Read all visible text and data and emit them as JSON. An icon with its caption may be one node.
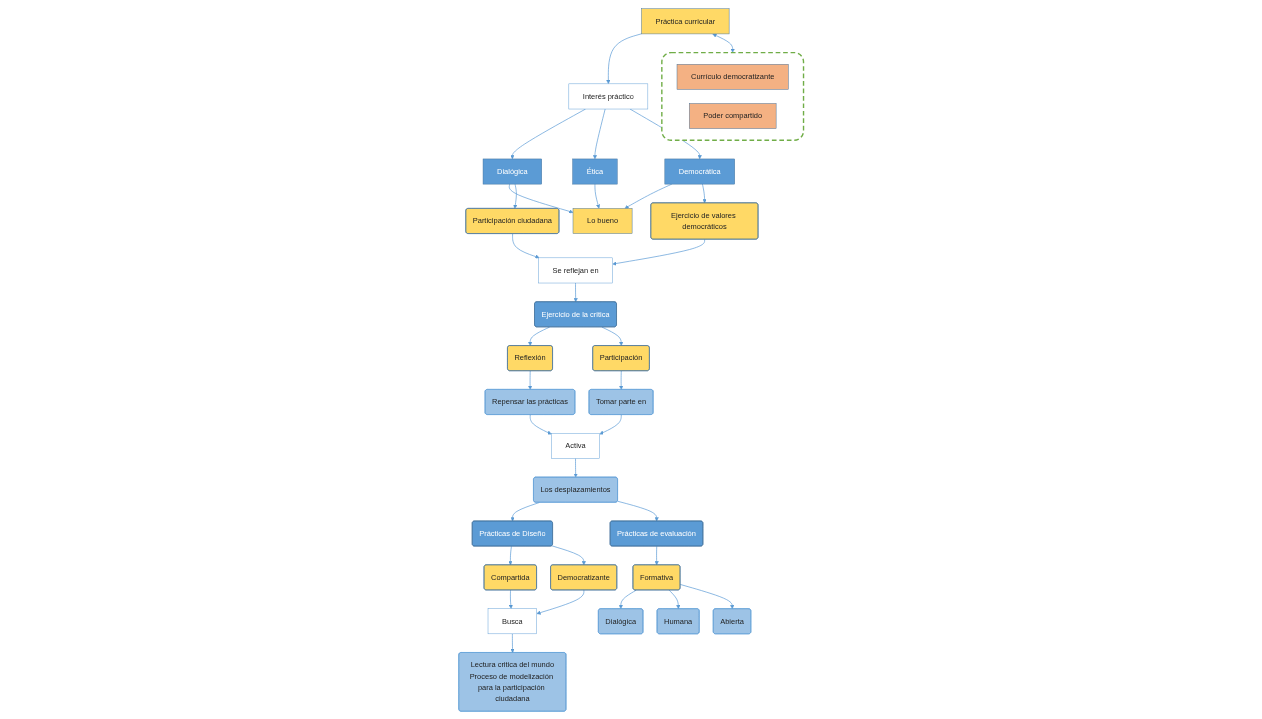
{
  "diagram": {
    "nodes": [
      {
        "text": [],
        "shape": "box"
      },
      {
        "text": [
          "Currículo democratizante"
        ],
        "in": 0
      },
      {
        "text": [
          "Poder compartido"
        ],
        "in": 0
      },
      {
        "text": [
          "Práctica curricular"
        ]
      },
      {
        "text": [
          "Interés práctico"
        ]
      },
      {
        "text": [
          "Dialógica"
        ]
      },
      {
        "text": [
          "Ética"
        ]
      },
      {
        "text": [
          "Democrática"
        ]
      },
      {
        "text": [
          "Lo bueno"
        ]
      },
      {
        "text": [
          "Participación ciudadana"
        ]
      },
      {
        "text": [
          "Ejercicio de valores democráticos"
        ]
      },
      {
        "text": [
          "Se reflejan en"
        ]
      },
      {
        "text": [
          "Prácticas de Diseño"
        ]
      },
      {
        "text": [
          "Ejercicio de la critica"
        ]
      },
      {
        "text": [
          "Prácticas de evaluación"
        ]
      },
      {
        "text": [
          "Compartida"
        ]
      },
      {
        "text": [
          "Democratizante"
        ]
      },
      {
        "text": [
          "Reflexión"
        ]
      },
      {
        "text": [
          "Participación"
        ]
      },
      {
        "text": [
          "Formativa"
        ]
      },
      {
        "text": [
          "Busca"
        ]
      },
      {
        "text": [
          "Repensar las prácticas"
        ]
      },
      {
        "text": [
          "Tomar parte en"
        ]
      },
      {
        "text": [
          "Dialógica"
        ]
      },
      {
        "text": [
          "Humana"
        ]
      },
      {
        "text": [
          "Abierta"
        ]
      },
      {
        "text": [
          "Lectura critica del mundo",
          "Proceso de modelización para la participación ciudadana"
        ]
      },
      {
        "text": [
          "Activa"
        ]
      },
      {
        "text": [
          "Los desplazamientos"
        ]
      }
    ],
    "edges": [
      {
        "from": 3,
        "to": 0,
        "arrow": "both"
      },
      {
        "from": 3,
        "to": 4,
        "arrow": "to"
      },
      {
        "from": 4,
        "to": 5,
        "arrow": "to"
      },
      {
        "from": 4,
        "to": 6,
        "arrow": "to"
      },
      {
        "from": 4,
        "to": 7,
        "arrow": "to"
      },
      {
        "from": 5,
        "to": 8,
        "arrow": "to"
      },
      {
        "from": 5,
        "to": 9,
        "arrow": "to"
      },
      {
        "from": 6,
        "to": 8,
        "arrow": "to"
      },
      {
        "from": 7,
        "to": 8,
        "arrow": "to"
      },
      {
        "from": 7,
        "to": 10,
        "arrow": "to"
      },
      {
        "from": 9,
        "to": 11,
        "arrow": "to"
      },
      {
        "from": 10,
        "to": 11,
        "arrow": "to"
      },
      {
        "from": 11,
        "to": 13,
        "arrow": "to"
      },
      {
        "from": 12,
        "to": 15,
        "arrow": "to"
      },
      {
        "from": 12,
        "to": 16,
        "arrow": "to"
      },
      {
        "from": 13,
        "to": 17,
        "arrow": "to"
      },
      {
        "from": 13,
        "to": 18,
        "arrow": "to"
      },
      {
        "from": 14,
        "to": 19,
        "arrow": "to"
      },
      {
        "from": 15,
        "to": 20,
        "arrow": "to"
      },
      {
        "from": 16,
        "to": 20,
        "arrow": "to"
      },
      {
        "from": 20,
        "to": 26,
        "arrow": "to"
      },
      {
        "from": 17,
        "to": 21,
        "arrow": "to"
      },
      {
        "from": 18,
        "to": 22,
        "arrow": "to"
      },
      {
        "from": 19,
        "to": 23,
        "arrow": "to"
      },
      {
        "from": 19,
        "to": 24,
        "arrow": "to"
      },
      {
        "from": 19,
        "to": 25,
        "arrow": "to"
      },
      {
        "from": 21,
        "to": 27,
        "arrow": "to"
      },
      {
        "from": 22,
        "to": 27,
        "arrow": "to"
      },
      {
        "from": 27,
        "to": 28,
        "arrow": "to"
      },
      {
        "from": 28,
        "to": 12,
        "arrow": "to"
      },
      {
        "from": 28,
        "to": 14,
        "arrow": "to"
      }
    ]
  }
}
